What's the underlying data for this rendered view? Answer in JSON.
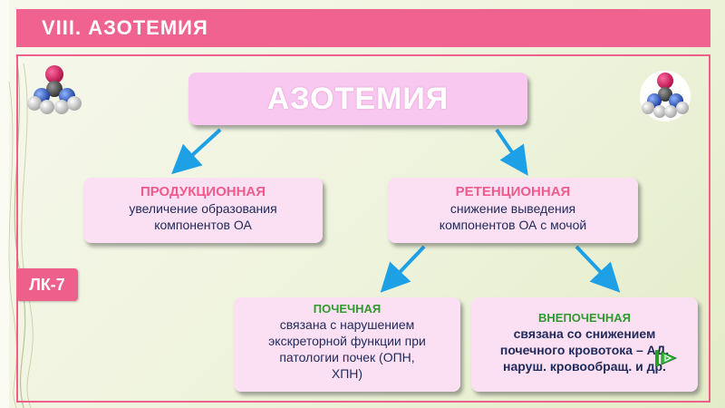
{
  "title": "VIII. АЗОТЕМИЯ",
  "badge": "ЛК-7",
  "main_box": "АЗОТЕМИЯ",
  "productive": {
    "heading": "ПРОДУКЦИОННАЯ",
    "line1": "увеличение образования",
    "line2": "компонентов ОА"
  },
  "retention": {
    "heading": "РЕТЕНЦИОННАЯ",
    "line1": "снижение выведения",
    "line2": "компонентов ОА с мочой"
  },
  "renal": {
    "heading": "ПОЧЕЧНАЯ",
    "line1": "связана с нарушением",
    "line2": "экскреторной функции при",
    "line3": "патологии почек (ОПН,",
    "line4": "ХПН)"
  },
  "extrarenal": {
    "heading": "ВНЕПОЧЕЧНАЯ",
    "line1": "связана со снижением",
    "line2": "почечного кровотока – АД,",
    "line3": "наруш. кровообращ. и др."
  },
  "icons": {
    "molecule_left": "molecule-icon",
    "molecule_right": "molecule-icon",
    "arrow": "arrow-icon",
    "play_control": "play-icon"
  },
  "colors": {
    "accent_pink": "#f0628f",
    "box_fill": "#fbe0f4",
    "arrow_blue": "#1ea0e6",
    "text_navy": "#1e2a5a",
    "green": "#2e9a2e"
  }
}
